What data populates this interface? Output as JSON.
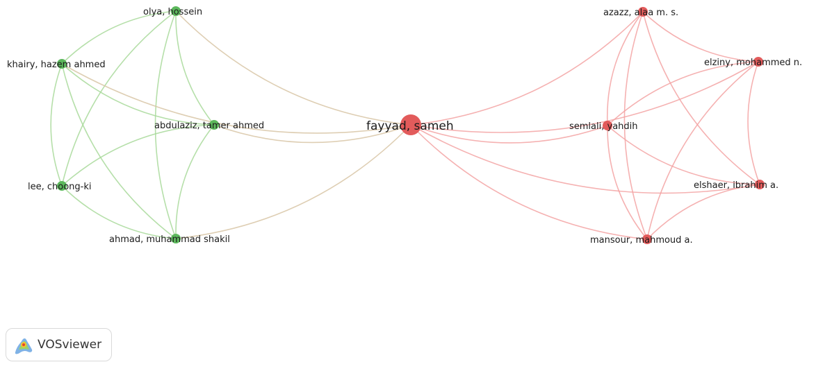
{
  "colors": {
    "cluster1": "#5cb85c",
    "cluster1_edge": "#a8d99a",
    "cluster2": "#e25b5b",
    "cluster2_edge": "#f3a3a3",
    "mixed_edge": "#d8c6a6"
  },
  "nodes": [
    {
      "id": "olya",
      "label": "olya, hossein",
      "cluster": 1
    },
    {
      "id": "khairy",
      "label": "khairy, hazem ahmed",
      "cluster": 1
    },
    {
      "id": "abdulaziz",
      "label": "abdulaziz, tamer ahmed",
      "cluster": 1
    },
    {
      "id": "lee",
      "label": "lee, choong-ki",
      "cluster": 1
    },
    {
      "id": "ahmad",
      "label": "ahmad, muhammad shakil",
      "cluster": 1
    },
    {
      "id": "fayyad",
      "label": "fayyad, sameh",
      "cluster": 2
    },
    {
      "id": "azazz",
      "label": "azazz, alaa m. s.",
      "cluster": 2
    },
    {
      "id": "elziny",
      "label": "elziny, mohammed n.",
      "cluster": 2
    },
    {
      "id": "semlali",
      "label": "semlali, yahdih",
      "cluster": 2
    },
    {
      "id": "elshaer",
      "label": "elshaer, ibrahim a.",
      "cluster": 2
    },
    {
      "id": "mansour",
      "label": "mansour, mahmoud a.",
      "cluster": 2
    }
  ],
  "links": [
    [
      "olya",
      "khairy"
    ],
    [
      "olya",
      "abdulaziz"
    ],
    [
      "olya",
      "lee"
    ],
    [
      "olya",
      "ahmad"
    ],
    [
      "olya",
      "fayyad"
    ],
    [
      "khairy",
      "abdulaziz"
    ],
    [
      "khairy",
      "lee"
    ],
    [
      "khairy",
      "ahmad"
    ],
    [
      "khairy",
      "fayyad"
    ],
    [
      "abdulaziz",
      "lee"
    ],
    [
      "abdulaziz",
      "ahmad"
    ],
    [
      "abdulaziz",
      "fayyad"
    ],
    [
      "lee",
      "ahmad"
    ],
    [
      "ahmad",
      "fayyad"
    ],
    [
      "fayyad",
      "azazz"
    ],
    [
      "fayyad",
      "elziny"
    ],
    [
      "fayyad",
      "semlali"
    ],
    [
      "fayyad",
      "elshaer"
    ],
    [
      "fayyad",
      "mansour"
    ],
    [
      "azazz",
      "elziny"
    ],
    [
      "azazz",
      "semlali"
    ],
    [
      "azazz",
      "elshaer"
    ],
    [
      "azazz",
      "mansour"
    ],
    [
      "elziny",
      "semlali"
    ],
    [
      "elziny",
      "elshaer"
    ],
    [
      "elziny",
      "mansour"
    ],
    [
      "semlali",
      "elshaer"
    ],
    [
      "semlali",
      "mansour"
    ],
    [
      "elshaer",
      "mansour"
    ]
  ],
  "brand": {
    "name": "VOSviewer",
    "icon": "vosviewer-logo-icon"
  }
}
